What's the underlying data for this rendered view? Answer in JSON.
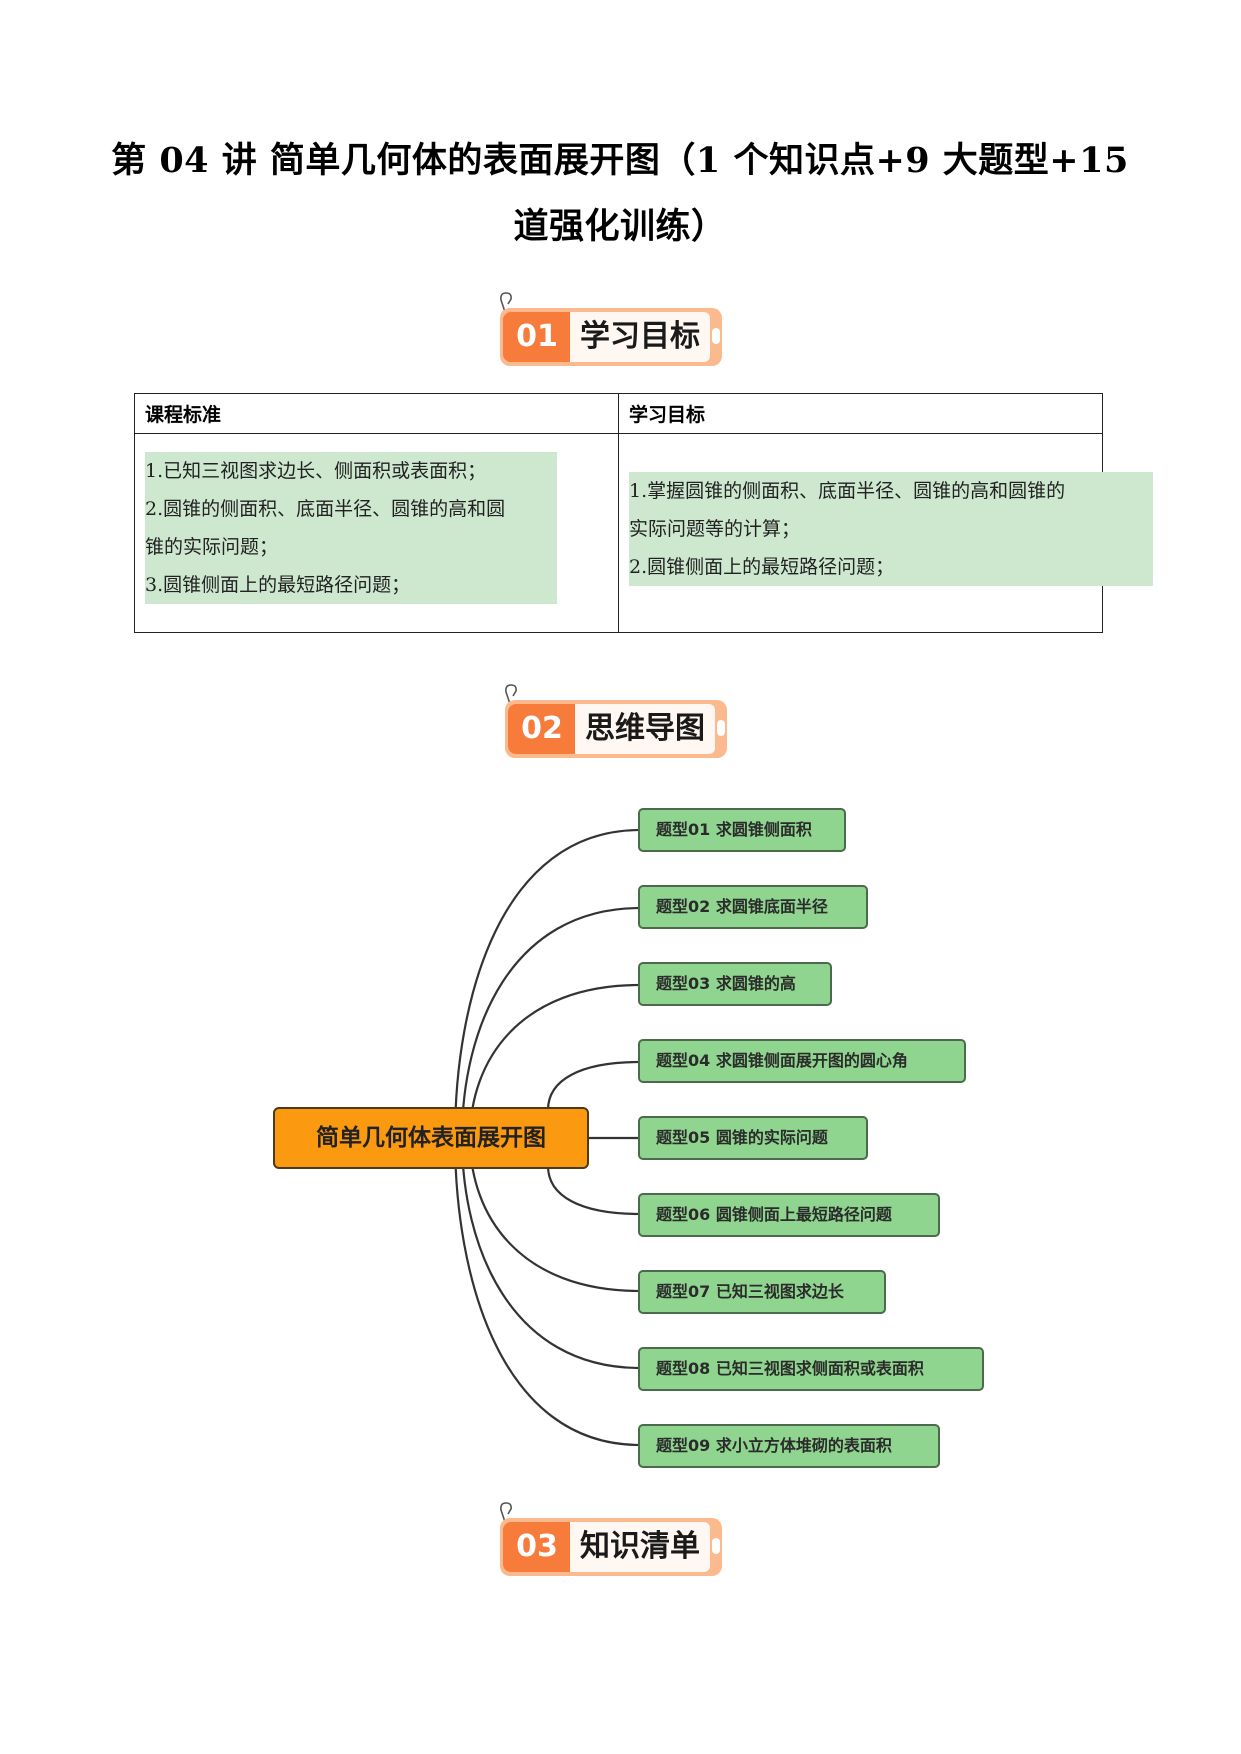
{
  "title": {
    "line1": "第 04 讲  简单几何体的表面展开图（1 个知识点+9 大题型+15",
    "line2": "道强化训练）"
  },
  "sections": [
    {
      "number": "01",
      "label": "学习目标"
    },
    {
      "number": "02",
      "label": "思维导图"
    },
    {
      "number": "03",
      "label": "知识清单"
    }
  ],
  "goals_table": {
    "headers": [
      "课程标准",
      "学习目标"
    ],
    "left_lines": [
      "1.已知三视图求边长、侧面积或表面积；",
      "2.圆锥的侧面积、底面半径、圆锥的高和圆",
      "锥的实际问题；",
      "3.圆锥侧面上的最短路径问题；"
    ],
    "right_lines": [
      "1.掌握圆锥的侧面积、底面半径、圆锥的高和圆锥的",
      "实际问题等的计算；",
      "2.圆锥侧面上的最短路径问题；"
    ]
  },
  "mindmap": {
    "root": "简单几何体表面展开图",
    "branches": [
      "题型01  求圆锥侧面积",
      "题型02  求圆锥底面半径",
      "题型03  求圆锥的高",
      "题型04  求圆锥侧面展开图的圆心角",
      "题型05  圆锥的实际问题",
      "题型06  圆锥侧面上最短路径问题",
      "题型07  已知三视图求边长",
      "题型08  已知三视图求侧面积或表面积",
      "题型09  求小立方体堆砌的表面积"
    ],
    "colors": {
      "root": "#fb9a10",
      "leaf": "#8fd58f"
    }
  }
}
